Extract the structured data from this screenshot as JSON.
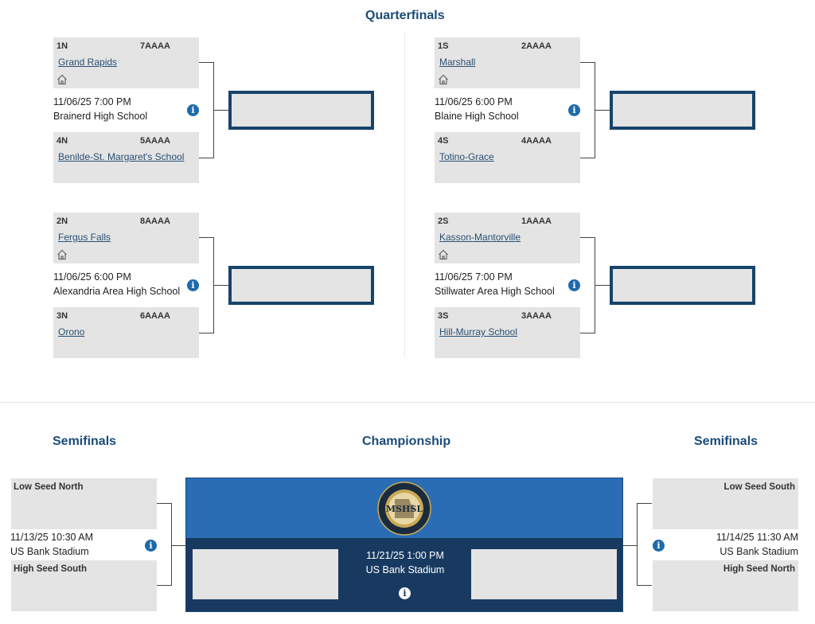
{
  "titles": {
    "quarterfinals": "Quarterfinals",
    "semifinals_left": "Semifinals",
    "championship": "Championship",
    "semifinals_right": "Semifinals"
  },
  "quarterfinals": [
    {
      "top": {
        "seed": "1N",
        "class": "7AAAA",
        "name": "Grand Rapids"
      },
      "game": {
        "datetime": "11/06/25 7:00 PM",
        "venue": "Brainerd High School"
      },
      "bottom": {
        "seed": "4N",
        "class": "5AAAA",
        "name": "Benilde-St. Margaret's School"
      }
    },
    {
      "top": {
        "seed": "2N",
        "class": "8AAAA",
        "name": "Fergus Falls"
      },
      "game": {
        "datetime": "11/06/25 6:00 PM",
        "venue": "Alexandria Area High School"
      },
      "bottom": {
        "seed": "3N",
        "class": "6AAAA",
        "name": "Orono"
      }
    },
    {
      "top": {
        "seed": "1S",
        "class": "2AAAA",
        "name": "Marshall"
      },
      "game": {
        "datetime": "11/06/25 6:00 PM",
        "venue": "Blaine High School"
      },
      "bottom": {
        "seed": "4S",
        "class": "4AAAA",
        "name": "Totino-Grace"
      }
    },
    {
      "top": {
        "seed": "2S",
        "class": "1AAAA",
        "name": "Kasson-Mantorville"
      },
      "game": {
        "datetime": "11/06/25 7:00 PM",
        "venue": "Stillwater Area High School"
      },
      "bottom": {
        "seed": "3S",
        "class": "3AAAA",
        "name": "Hill-Murray School"
      }
    }
  ],
  "semifinals": {
    "left": {
      "top_label": "Low Seed North",
      "datetime": "11/13/25 10:30 AM",
      "venue": "US Bank Stadium",
      "bottom_label": "High Seed South"
    },
    "right": {
      "top_label": "Low Seed South",
      "datetime": "11/14/25 11:30 AM",
      "venue": "US Bank Stadium",
      "bottom_label": "High Seed North"
    }
  },
  "championship": {
    "datetime": "11/21/25 1:00 PM",
    "venue": "US Bank Stadium",
    "logo_text": "MSHSL"
  },
  "colors": {
    "title": "#1b4b78",
    "box": "#e4e4e4",
    "winner_border": "#18436b",
    "champ_dark": "#183a60",
    "champ_blue": "#2a6db5",
    "info": "#1e6aab"
  },
  "icons": {
    "home": "home-icon",
    "info": "info-icon"
  }
}
